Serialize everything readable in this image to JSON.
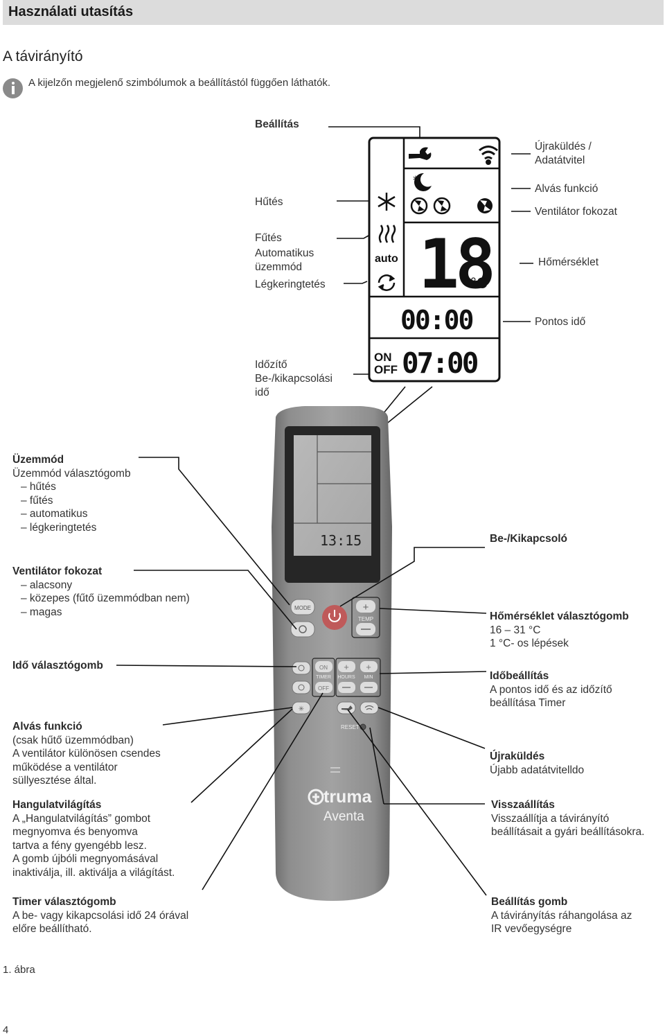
{
  "header": {
    "title": "Használati utasítás"
  },
  "section": {
    "title": "A távirányító"
  },
  "info": {
    "icon": "info-icon",
    "text": "A kijelzőn megjelenő szimbólumok a beállítástól függően láthatók."
  },
  "display_labels": {
    "setting": "Beállítás",
    "cooling": "Hűtés",
    "heating": "Fűtés",
    "auto_mode_1": "Automatikus",
    "auto_mode_2": "üzemmód",
    "air_circulation": "Légkeringtetés",
    "timer_1": "Időzítő",
    "timer_2": "Be-/kikapcsolási",
    "timer_3": "idő",
    "resend_1": "Újraküldés /",
    "resend_2": "Adatátvitel",
    "sleep": "Alvás funkció",
    "fan_speed": "Ventilátor fokozat",
    "temperature": "Hőmérséklet",
    "exact_time": "Pontos idő"
  },
  "lcd": {
    "auto_text": "auto",
    "temp_value": "18",
    "temp_unit": "°C",
    "clock": "00:00",
    "timer_on": "ON",
    "timer_off": "OFF",
    "timer_value": "07:00"
  },
  "remote": {
    "screen_clock": "13:15",
    "mode_button": "MODE",
    "temp_label": "TEMP",
    "on_label": "ON",
    "timer_label": "TIMER",
    "off_label": "OFF",
    "hours_label": "HOURS",
    "min_label": "MIN",
    "reset_label": "RESET",
    "brand": "truma",
    "model": "Aventa"
  },
  "left_labels": {
    "mode": {
      "title": "Üzemmód",
      "lines": [
        "Üzemmód választógomb",
        "– hűtés",
        "– fűtés",
        "– automatikus",
        "– légkeringtetés"
      ]
    },
    "fan": {
      "title": "Ventilátor fokozat",
      "lines": [
        "– alacsony",
        "– közepes (fűtő üzemmódban nem)",
        "– magas"
      ]
    },
    "time_select": {
      "title": "Idő választógomb",
      "lines": []
    },
    "sleep": {
      "title": "Alvás funkció",
      "lines": [
        "(csak hűtő üzemmódban)",
        "A ventilátor különösen csendes",
        "működése a ventilátor",
        "süllyesztése által."
      ]
    },
    "mood": {
      "title": "Hangulatvilágítás",
      "lines": [
        "A „Hangulatvilágítás” gombot",
        "megnyomva és benyomva",
        "tartva a fény gyengébb lesz.",
        "A gomb újbóli megnyomásával",
        "inaktiválja, ill. aktiválja a világítást."
      ]
    },
    "timer_select": {
      "title": "Timer választógomb",
      "lines": [
        "A be- vagy kikapcsolási idő 24 órával",
        "előre beállítható."
      ]
    }
  },
  "right_labels": {
    "power": {
      "title": "Be-/Kikapcsoló",
      "lines": []
    },
    "temp_select": {
      "title": "Hőmérséklet választógomb",
      "lines": [
        "16 – 31 °C",
        "1 °C- os lépések"
      ]
    },
    "time_setting": {
      "title": "Időbeállítás",
      "lines": [
        "A pontos idő és az időzítő",
        "beállítása Timer"
      ]
    },
    "resend": {
      "title": "Újraküldés",
      "lines": [
        "Újabb adatátvitelldo"
      ]
    },
    "reset": {
      "title": "Visszaállítás",
      "lines": [
        "Visszaállítja a távirányító",
        "beállításait a gyári beállításokra."
      ]
    },
    "setting_button": {
      "title": "Beállítás gomb",
      "lines": [
        "A távirányítás ráhangolása az",
        "IR vevőegységre"
      ]
    }
  },
  "footer": {
    "figure": "1. ábra",
    "page": "4"
  }
}
